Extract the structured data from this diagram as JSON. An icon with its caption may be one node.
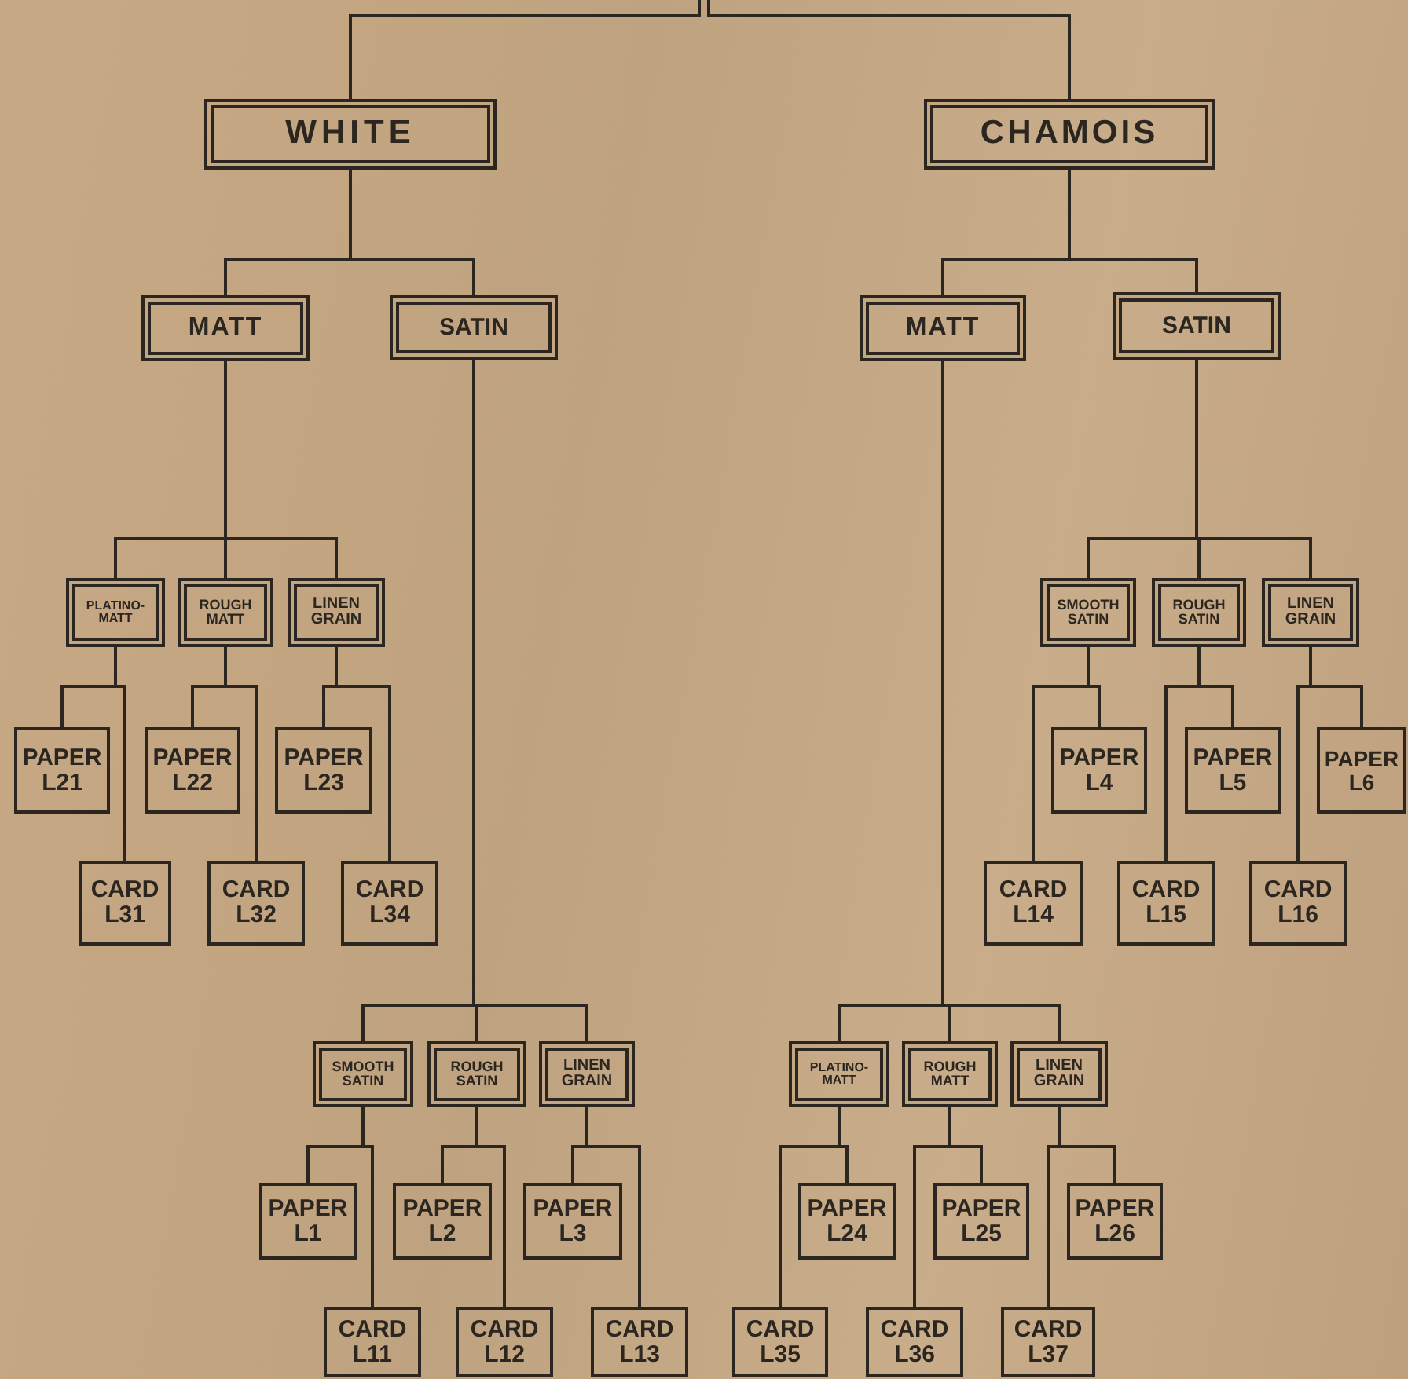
{
  "diagram": {
    "nodes": [
      {
        "text": [
          "WHITE"
        ]
      },
      {
        "text": [
          "CHAMOIS"
        ]
      },
      {
        "text": [
          "MATT"
        ]
      },
      {
        "text": [
          "SATIN"
        ]
      },
      {
        "text": [
          "MATT"
        ]
      },
      {
        "text": [
          "SATIN"
        ]
      },
      {
        "text": [
          "PLATINO-MATT"
        ]
      },
      {
        "text": [
          "ROUGH MATT"
        ]
      },
      {
        "text": [
          "LINEN GRAIN"
        ]
      },
      {
        "text": [
          "SMOOTH SATIN"
        ]
      },
      {
        "text": [
          "ROUGH SATIN"
        ]
      },
      {
        "text": [
          "LINEN GRAIN"
        ]
      },
      {
        "text": [
          "PAPER L21"
        ]
      },
      {
        "text": [
          "PAPER L22"
        ]
      },
      {
        "text": [
          "PAPER L23"
        ]
      },
      {
        "text": [
          "PAPER L4"
        ]
      },
      {
        "text": [
          "PAPER L5"
        ]
      },
      {
        "text": [
          "PAPER L6"
        ]
      },
      {
        "text": [
          "CARD L31"
        ]
      },
      {
        "text": [
          "CARD L32"
        ]
      },
      {
        "text": [
          "CARD L34"
        ]
      },
      {
        "text": [
          "CARD L14"
        ]
      },
      {
        "text": [
          "CARD L15"
        ]
      },
      {
        "text": [
          "CARD L16"
        ]
      },
      {
        "text": [
          "SMOOTH SATIN"
        ]
      },
      {
        "text": [
          "ROUGH SATIN"
        ]
      },
      {
        "text": [
          "LINEN GRAIN"
        ]
      },
      {
        "text": [
          "PLATINO-MATT"
        ]
      },
      {
        "text": [
          "ROUGH MATT"
        ]
      },
      {
        "text": [
          "LINEN GRAIN"
        ]
      },
      {
        "text": [
          "PAPER L1"
        ]
      },
      {
        "text": [
          "PAPER L2"
        ]
      },
      {
        "text": [
          "PAPER L3"
        ]
      },
      {
        "text": [
          "PAPER L24"
        ]
      },
      {
        "text": [
          "PAPER L25"
        ]
      },
      {
        "text": [
          "PAPER L26"
        ]
      },
      {
        "text": [
          "CARD L11"
        ]
      },
      {
        "text": [
          "CARD L12"
        ]
      },
      {
        "text": [
          "CARD L13"
        ]
      },
      {
        "text": [
          "CARD L35"
        ]
      },
      {
        "text": [
          "CARD L36"
        ]
      },
      {
        "text": [
          "CARD L37"
        ]
      }
    ],
    "edges": [
      {
        "from": null,
        "to": 0,
        "arrow": "none"
      },
      {
        "from": null,
        "to": 1,
        "arrow": "none"
      },
      {
        "from": 0,
        "to": 2,
        "arrow": "none"
      },
      {
        "from": 0,
        "to": 3,
        "arrow": "none"
      },
      {
        "from": 1,
        "to": 4,
        "arrow": "none"
      },
      {
        "from": 1,
        "to": 5,
        "arrow": "none"
      },
      {
        "from": 2,
        "to": 6,
        "arrow": "none"
      },
      {
        "from": 2,
        "to": 7,
        "arrow": "none"
      },
      {
        "from": 2,
        "to": 8,
        "arrow": "none"
      },
      {
        "from": 5,
        "to": 9,
        "arrow": "none"
      },
      {
        "from": 5,
        "to": 10,
        "arrow": "none"
      },
      {
        "from": 5,
        "to": 11,
        "arrow": "none"
      },
      {
        "from": 6,
        "to": 12,
        "arrow": "none"
      },
      {
        "from": 6,
        "to": 18,
        "arrow": "none"
      },
      {
        "from": 7,
        "to": 13,
        "arrow": "none"
      },
      {
        "from": 7,
        "to": 19,
        "arrow": "none"
      },
      {
        "from": 8,
        "to": 14,
        "arrow": "none"
      },
      {
        "from": 8,
        "to": 20,
        "arrow": "none"
      },
      {
        "from": 9,
        "to": 15,
        "arrow": "none"
      },
      {
        "from": 9,
        "to": 21,
        "arrow": "none"
      },
      {
        "from": 10,
        "to": 16,
        "arrow": "none"
      },
      {
        "from": 10,
        "to": 22,
        "arrow": "none"
      },
      {
        "from": 11,
        "to": 17,
        "arrow": "none"
      },
      {
        "from": 11,
        "to": 23,
        "arrow": "none"
      },
      {
        "from": 3,
        "to": 24,
        "arrow": "none"
      },
      {
        "from": 3,
        "to": 25,
        "arrow": "none"
      },
      {
        "from": 3,
        "to": 26,
        "arrow": "none"
      },
      {
        "from": 4,
        "to": 27,
        "arrow": "none"
      },
      {
        "from": 4,
        "to": 28,
        "arrow": "none"
      },
      {
        "from": 4,
        "to": 29,
        "arrow": "none"
      },
      {
        "from": 24,
        "to": 30,
        "arrow": "none"
      },
      {
        "from": 24,
        "to": 36,
        "arrow": "none"
      },
      {
        "from": 25,
        "to": 31,
        "arrow": "none"
      },
      {
        "from": 25,
        "to": 37,
        "arrow": "none"
      },
      {
        "from": 26,
        "to": 32,
        "arrow": "none"
      },
      {
        "from": 26,
        "to": 38,
        "arrow": "none"
      },
      {
        "from": 27,
        "to": 33,
        "arrow": "none"
      },
      {
        "from": 27,
        "to": 39,
        "arrow": "none"
      },
      {
        "from": 28,
        "to": 34,
        "arrow": "none"
      },
      {
        "from": 28,
        "to": 40,
        "arrow": "none"
      },
      {
        "from": 29,
        "to": 35,
        "arrow": "none"
      },
      {
        "from": 29,
        "to": 41,
        "arrow": "none"
      }
    ]
  }
}
